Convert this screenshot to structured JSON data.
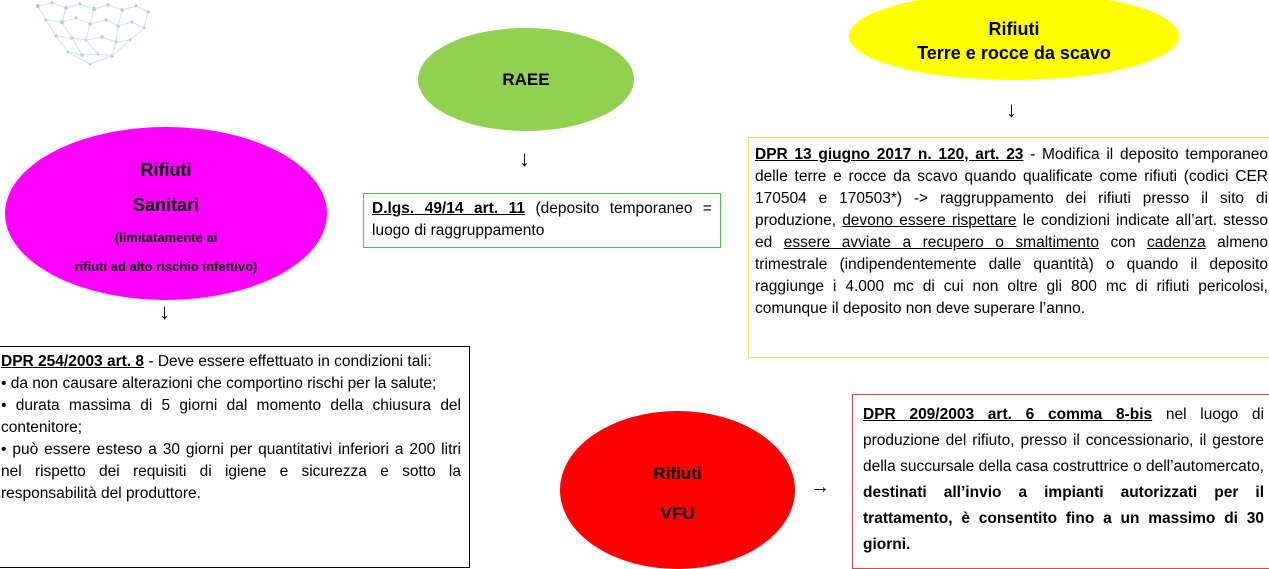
{
  "colors": {
    "magenta": "#ff00ff",
    "green": "#92d050",
    "yellow": "#ffff00",
    "red": "#ff0000",
    "green_border": "#4ec24e",
    "yellow_border": "#f2e25c",
    "red_border": "#e04646"
  },
  "nodes": {
    "sanitari": {
      "line1": "Rifiuti",
      "line2": "Sanitari",
      "line3": "(limitatamente ai",
      "line4": "rifiuti ad alto rischio infettivo)"
    },
    "raee": {
      "label": "RAEE"
    },
    "terre": {
      "line1": "Rifiuti",
      "line2": "Terre e rocce da scavo"
    },
    "vfu": {
      "line1": "Rifiuti",
      "line2": "VFU"
    }
  },
  "arrows": {
    "down": "↓",
    "right": "→"
  },
  "boxes": {
    "sanitari": {
      "ref": "DPR 254/2003 art. 8",
      "intro": " - Deve essere effettuato in condizioni tali:",
      "bullet1": "• da non  causare alterazioni che comportino rischi per la salute;",
      "bullet2": "• durata massima di 5 giorni dal momento della chiusura del contenitore;",
      "bullet3": "•  può essere esteso a 30 giorni per quantitativi inferiori a 200 litri nel rispetto dei requisiti di igiene e sicurezza e sotto la responsabilità del produttore."
    },
    "raee": {
      "ref": "D.lgs. 49/14 art. 11",
      "text": "  (deposito temporaneo = luogo di raggruppamento"
    },
    "terre": {
      "ref": "DPR 13 giugno 2017 n. 120,  art. 23",
      "t1": " - Modifica il deposito temporaneo delle terre e rocce da scavo quando qualificate come rifiuti (codici CER 170504 e 170503*) -> raggruppamento dei rifiuti presso il sito di produzione, ",
      "u1": "devono essere rispettare",
      "t2": " le condizioni indicate all’art. stesso ed ",
      "u2": "essere avviate a recupero o smaltimento",
      "t3": " con ",
      "u3": "cadenza",
      "t4": "  almeno trimestrale (indipendentemente dalle quantità) o quando il deposito raggiunge i 4.000 mc di cui non oltre gli 800 mc di rifiuti pericolosi, comunque il deposito non deve superare l’anno."
    },
    "vfu": {
      "ref": "DPR 209/2003 art. 6 comma 8-bis",
      "t1": " nel luogo di produzione del rifiuto, presso il concessionario, il gestore della succursale della casa costruttrice o dell’automercato, ",
      "bold": "destinati all’invio a impianti autorizzati per il trattamento, è consentito fino a un massimo di 30 giorni."
    }
  }
}
